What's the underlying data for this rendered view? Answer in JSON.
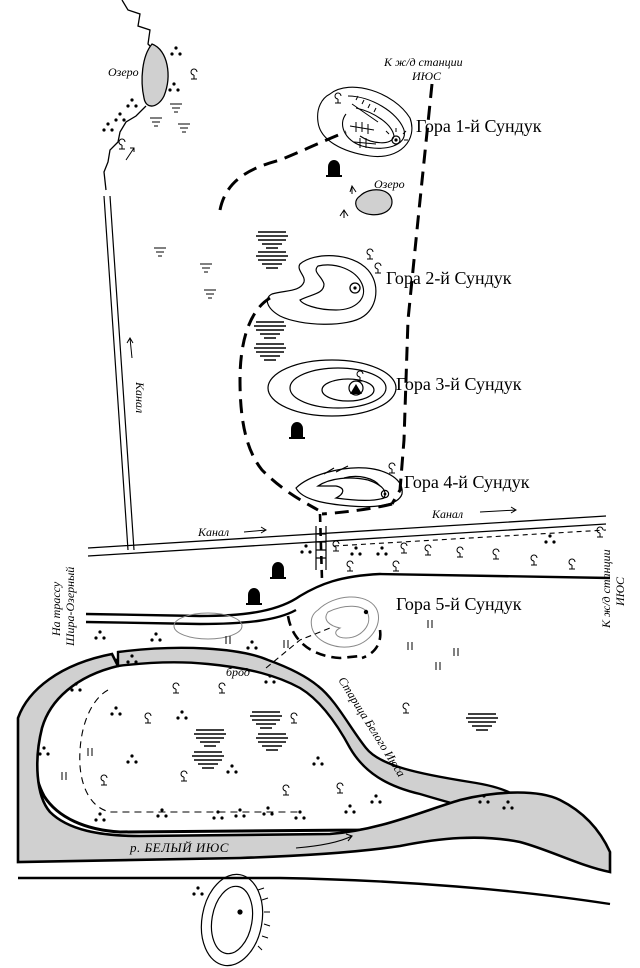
{
  "mountains": [
    {
      "label": "Гора 1-й Сундук"
    },
    {
      "label": "Гора 2-й Сундук"
    },
    {
      "label": "Гора 3-й Сундук"
    },
    {
      "label": "Гора 4-й Сундук"
    },
    {
      "label": "Гора 5-й Сундук"
    }
  ],
  "lakes": [
    {
      "label": "Озеро"
    },
    {
      "label": "Озеро"
    }
  ],
  "canals": [
    {
      "label": "Канал"
    },
    {
      "label": "Канал"
    },
    {
      "label": "Канал"
    }
  ],
  "railway_top": {
    "line1": "К ж/д станции",
    "line2": "ИЮС"
  },
  "railway_right": {
    "line1": "К ж/д станции",
    "line2": "ИЮС"
  },
  "highway": {
    "line1": "На трассу",
    "line2": "Шира-Озерный"
  },
  "ford": {
    "label": "брод"
  },
  "oxbow": {
    "label": "Старица Белого Июса"
  },
  "river": {
    "label": "р. БЕЛЫЙ ИЮС"
  },
  "colors": {
    "ink": "#000000",
    "water": "#d0d0d0",
    "paper": "#ffffff"
  }
}
